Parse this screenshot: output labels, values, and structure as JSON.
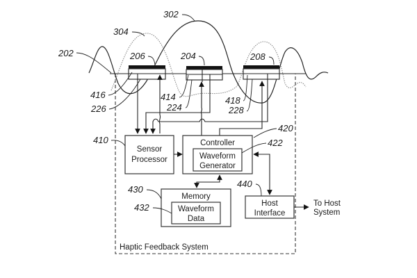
{
  "diagram": {
    "system_label": "Haptic Feedback System",
    "refs": {
      "surface": "202",
      "wave_primary": "302",
      "wave_secondary": "304",
      "actuator_left": "206",
      "actuator_middle": "204",
      "actuator_right": "208",
      "sensor_left": "416",
      "sensor_middle": "414",
      "sensor_right": "418",
      "actuator_driver_left": "226",
      "actuator_driver_middle": "224",
      "actuator_driver_right": "228",
      "sensor_processor": "410",
      "controller": "420",
      "waveform_generator": "422",
      "memory": "430",
      "waveform_data": "432",
      "host_interface": "440"
    },
    "blocks": {
      "sensor_processor": [
        "Sensor",
        "Processor"
      ],
      "controller": "Controller",
      "waveform_generator": [
        "Waveform",
        "Generator"
      ],
      "memory": "Memory",
      "waveform_data": [
        "Waveform",
        "Data"
      ],
      "host_interface": [
        "Host",
        "Interface"
      ]
    },
    "external": [
      "To Host",
      "System"
    ]
  }
}
